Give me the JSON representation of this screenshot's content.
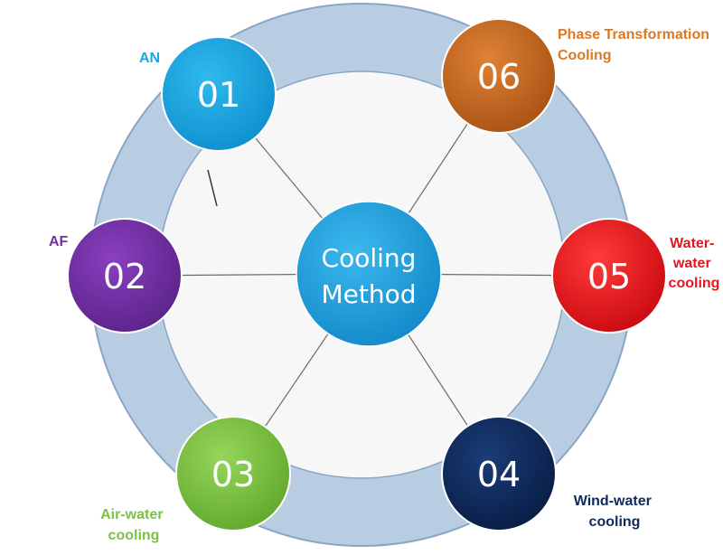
{
  "diagram": {
    "center": {
      "line1": "Cooling",
      "line2": "Method"
    },
    "nodes": [
      {
        "num": "01",
        "label_lines": [
          "AN"
        ]
      },
      {
        "num": "02",
        "label_lines": [
          "AF"
        ]
      },
      {
        "num": "03",
        "label_lines": [
          "Air-water",
          "cooling"
        ]
      },
      {
        "num": "04",
        "label_lines": [
          "Wind-water",
          "cooling"
        ]
      },
      {
        "num": "05",
        "label_lines": [
          "Water-",
          "water",
          "cooling"
        ]
      },
      {
        "num": "06",
        "label_lines": [
          "Phase Transformation",
          "Cooling"
        ]
      }
    ],
    "colors": {
      "ring": "#b8cde2",
      "ring_border": "#8aa6c6",
      "inner_disc": "#f7f7f7",
      "spoke": "#6b6b6b",
      "center_fill": "#1f9fdc",
      "node_01": "#1aa6e0",
      "node_02": "#7030a0",
      "node_03": "#7cc142",
      "node_04": "#0e2a5c",
      "node_05": "#e5161c",
      "node_06": "#c8671e",
      "label_01": "#1aa6e0",
      "label_02": "#7030a0",
      "label_03": "#7cc142",
      "label_04": "#0e2a5c",
      "label_05": "#e5161c",
      "label_06": "#d97a22"
    }
  }
}
